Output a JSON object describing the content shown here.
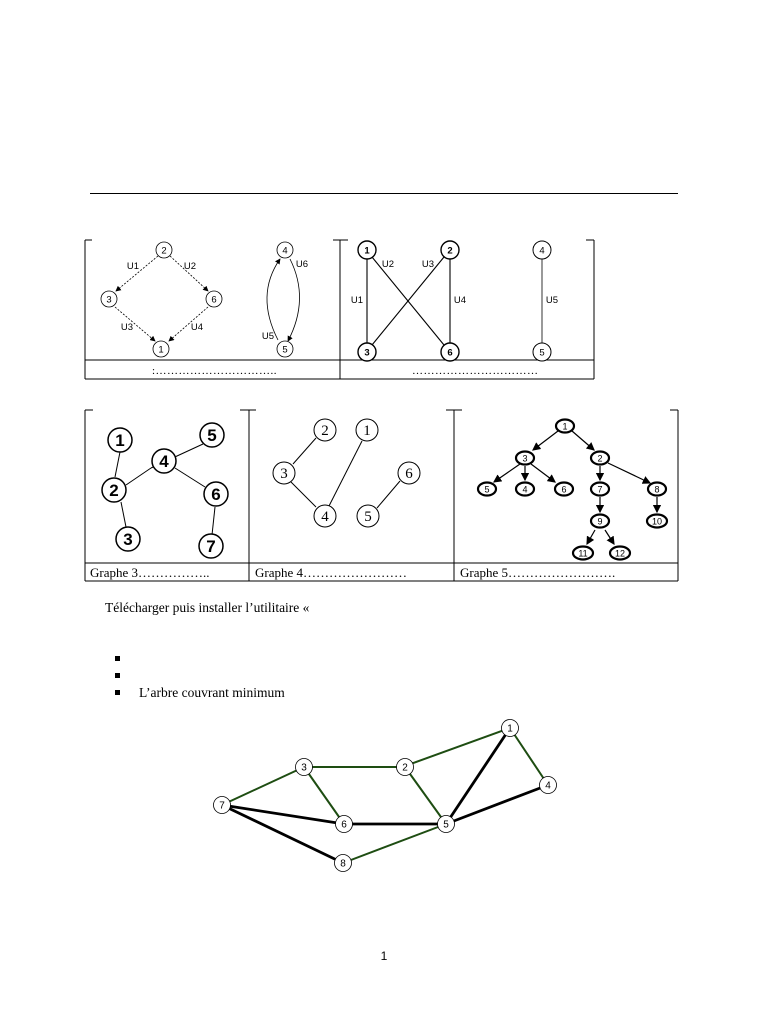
{
  "row1": {
    "left": {
      "caption": ":…………………………..",
      "digraph_a": {
        "nodes": [
          "2",
          "3",
          "6",
          "1"
        ],
        "edges": [
          "U1",
          "U2",
          "U3",
          "U4"
        ]
      },
      "digraph_b": {
        "nodes": [
          "4",
          "5"
        ],
        "edges": [
          "U6",
          "U5"
        ]
      }
    },
    "right": {
      "caption": "……………………………",
      "graph_a": {
        "nodes": [
          "1",
          "2",
          "3",
          "6"
        ],
        "edges": [
          "U1",
          "U2",
          "U3",
          "U4"
        ]
      },
      "graph_b": {
        "nodes": [
          "4",
          "5"
        ],
        "edges": [
          "U5"
        ]
      }
    }
  },
  "row2": {
    "graphe3": {
      "caption": "Graphe 3……………..",
      "nodes": [
        "1",
        "5",
        "4",
        "2",
        "6",
        "3",
        "7"
      ]
    },
    "graphe4": {
      "caption": "Graphe 4……………………",
      "nodes": [
        "2",
        "1",
        "3",
        "6",
        "4",
        "5"
      ]
    },
    "graphe5": {
      "caption": "Graphe 5…………………….",
      "nodes": [
        "1",
        "3",
        "2",
        "5",
        "4",
        "6",
        "7",
        "8",
        "9",
        "10",
        "11",
        "12"
      ]
    }
  },
  "text": {
    "paragraph": "Télécharger puis installer l’utilitaire «",
    "bullets": [
      "",
      "",
      "L’arbre couvrant minimum"
    ]
  },
  "mst_graph": {
    "nodes": [
      "1",
      "2",
      "3",
      "4",
      "5",
      "6",
      "7",
      "8"
    ],
    "colors": {
      "tree_edge": "#1e4d12",
      "other_edge": "#000000"
    }
  },
  "page_number": "1"
}
